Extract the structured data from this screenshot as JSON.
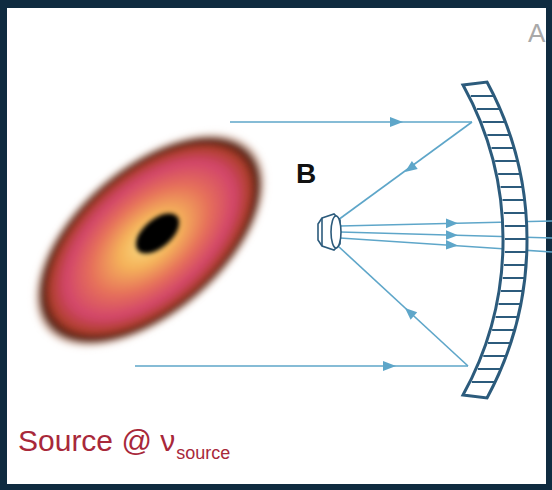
{
  "diagram": {
    "labels": [
      "A",
      "B",
      "Source @ ν",
      "source"
    ]
  }
}
